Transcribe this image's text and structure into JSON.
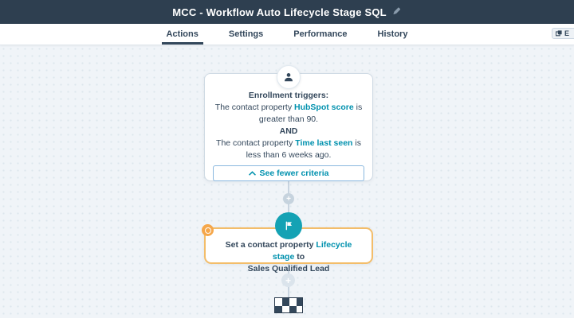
{
  "header": {
    "title": "MCC - Workflow Auto Lifecycle Stage SQL"
  },
  "tabs": {
    "items": [
      {
        "label": "Actions",
        "active": true
      },
      {
        "label": "Settings",
        "active": false
      },
      {
        "label": "Performance",
        "active": false
      },
      {
        "label": "History",
        "active": false
      }
    ]
  },
  "toolbar": {
    "partial_button_label": "E"
  },
  "workflow": {
    "enrollment": {
      "title": "Enrollment triggers:",
      "criterion1": {
        "prefix": "The contact property ",
        "property": "HubSpot score",
        "suffix": " is greater than 90."
      },
      "operator": "AND",
      "criterion2": {
        "prefix": "The contact property ",
        "property": "Time last seen",
        "suffix": " is less than 6 weeks ago."
      },
      "toggle_label": "See fewer criteria"
    },
    "action": {
      "prefix": "Set a contact property ",
      "property": "Lifecycle stage",
      "connector": " to",
      "value": "Sales Qualified Lead"
    },
    "add_step_symbol": "+",
    "colors": {
      "header_bg": "#2e3f50",
      "text": "#33475b",
      "link_teal": "#0091ae",
      "node_teal": "#14a2b4",
      "warning_border": "#f3bd6a",
      "warning_badge": "#f5a74b",
      "connector": "#c8d4e0",
      "canvas_bg": "#f0f4f8",
      "toggle_border": "#8ab8df"
    }
  }
}
